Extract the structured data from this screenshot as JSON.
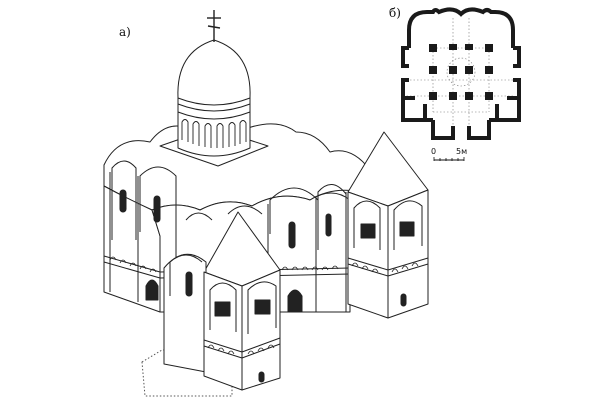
{
  "labels": {
    "a": "а)",
    "b": "б)"
  },
  "scale": {
    "start": "0",
    "end": "5м"
  },
  "colors": {
    "ink": "#111111",
    "paper": "#ffffff",
    "wall": "#1a1a1a"
  }
}
